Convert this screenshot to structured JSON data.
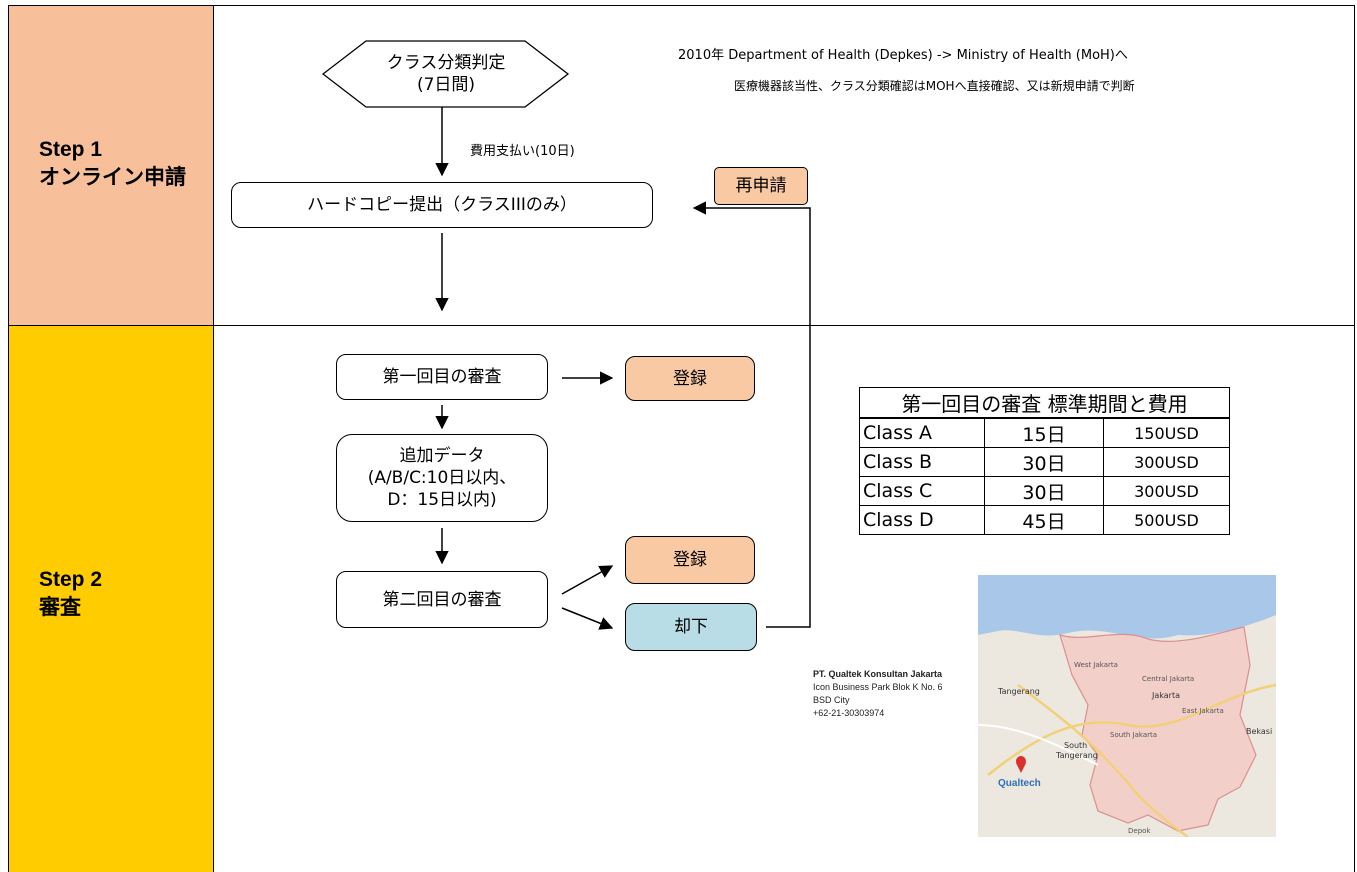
{
  "lanes": {
    "step1": {
      "title": "Step 1",
      "subtitle": "オンライン申請",
      "color": "#f8c09a"
    },
    "step2": {
      "title": "Step 2",
      "subtitle": "審査",
      "color": "#ffcc00"
    }
  },
  "flow": {
    "decision": "クラス分類判定\n(7日間)",
    "payment_label": "費用支払い(10日)",
    "hardcopy": "ハードコピー提出（クラスIIIのみ）",
    "reapply": "再申請",
    "first_review": "第一回目の審査",
    "register_1": "登録",
    "additional_data": "追加データ\n(A/B/C:10日以内、\nD：15日以内)",
    "second_review": "第二回目の審査",
    "register_2": "登録",
    "reject": "却下"
  },
  "notes": {
    "line1": "2010年  Department of Health (Depkes) -> Ministry of Health (MoH)へ",
    "line2": "医療機器該当性、クラス分類確認はMOHへ直接確認、又は新規申請で判断"
  },
  "standard_table": {
    "title": "第一回目の審査   標準期間と費用",
    "rows": [
      {
        "class": "Class A",
        "period": "15日",
        "fee": "150USD"
      },
      {
        "class": "Class B",
        "period": "30日",
        "fee": "300USD"
      },
      {
        "class": "Class C",
        "period": "30日",
        "fee": "300USD"
      },
      {
        "class": "Class D",
        "period": "45日",
        "fee": "500USD"
      }
    ]
  },
  "company": {
    "name": "PT. Qualtek Konsultan Jakarta",
    "line1": "Icon Business Park Blok K No. 6",
    "line2": "BSD City",
    "phone": "+62-21-30303974"
  },
  "map": {
    "labels": {
      "west_jakarta": "West Jakarta",
      "central_jakarta": "Central Jakarta",
      "jakarta": "Jakarta",
      "east_jakarta": "East Jakarta",
      "tangerang": "Tangerang",
      "bekasi": "Bekasi",
      "south_jakarta": "South Jakarta",
      "south_tangerang_1": "South",
      "south_tangerang_2": "Tangerang",
      "depok": "Depok",
      "logo": "Qualtech"
    }
  }
}
